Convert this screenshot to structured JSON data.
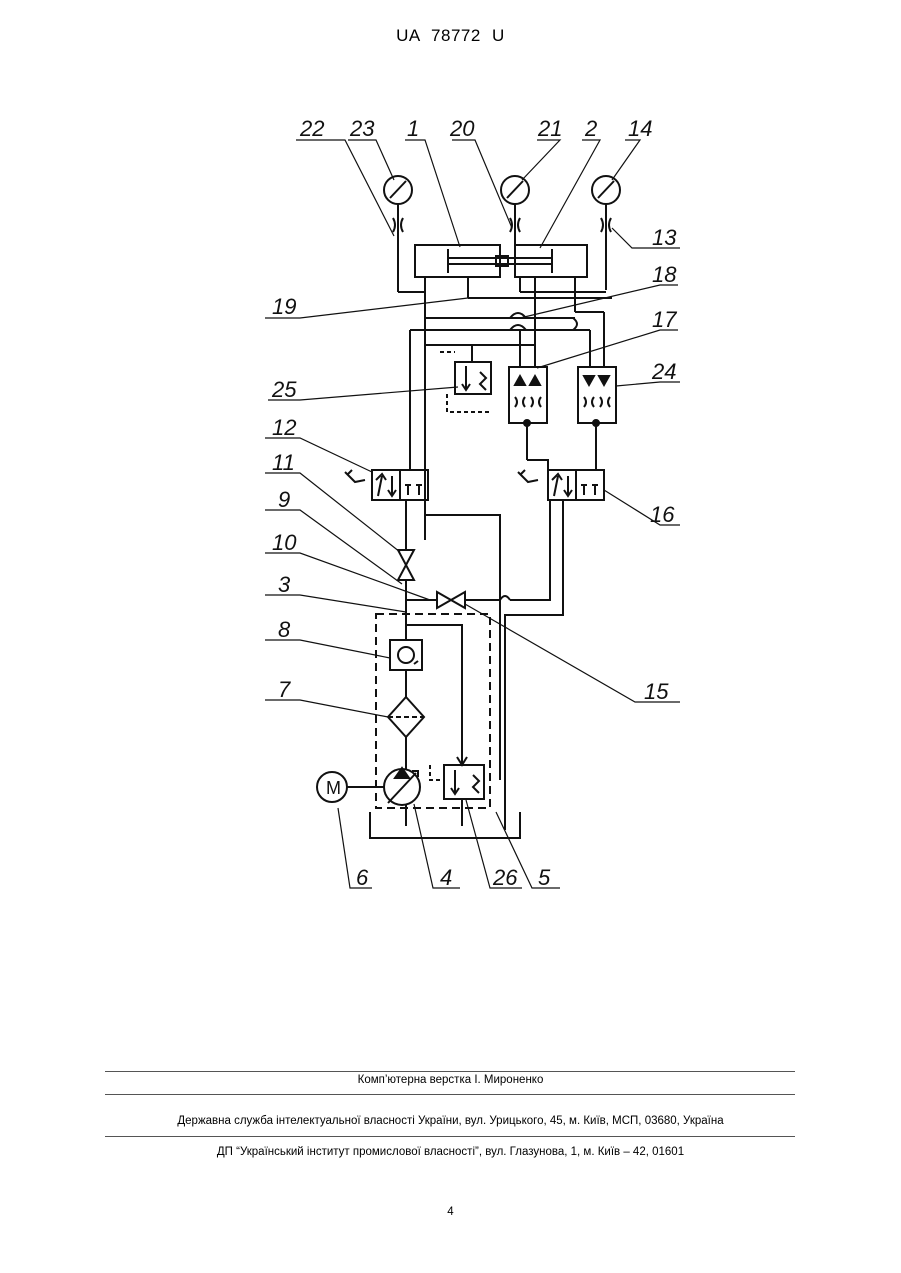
{
  "header": {
    "doc_id": "UA 78772 U"
  },
  "diagram": {
    "labels": [
      "22",
      "23",
      "1",
      "20",
      "21",
      "2",
      "14",
      "13",
      "19",
      "18",
      "17",
      "25",
      "24",
      "12",
      "11",
      "9",
      "10",
      "3",
      "8",
      "7",
      "16",
      "15",
      "6",
      "4",
      "26",
      "5"
    ],
    "motor_letter": "M"
  },
  "footer": {
    "layout_credit": "Комп’ютерна верстка І. Мироненко",
    "agency": "Державна служба інтелектуальної власності України, вул. Урицького, 45, м. Київ, МСП, 03680, Україна",
    "institute": "ДП “Український інститут промислової власності”, вул. Глазунова, 1, м. Київ – 42, 01601"
  },
  "page_number": "4"
}
